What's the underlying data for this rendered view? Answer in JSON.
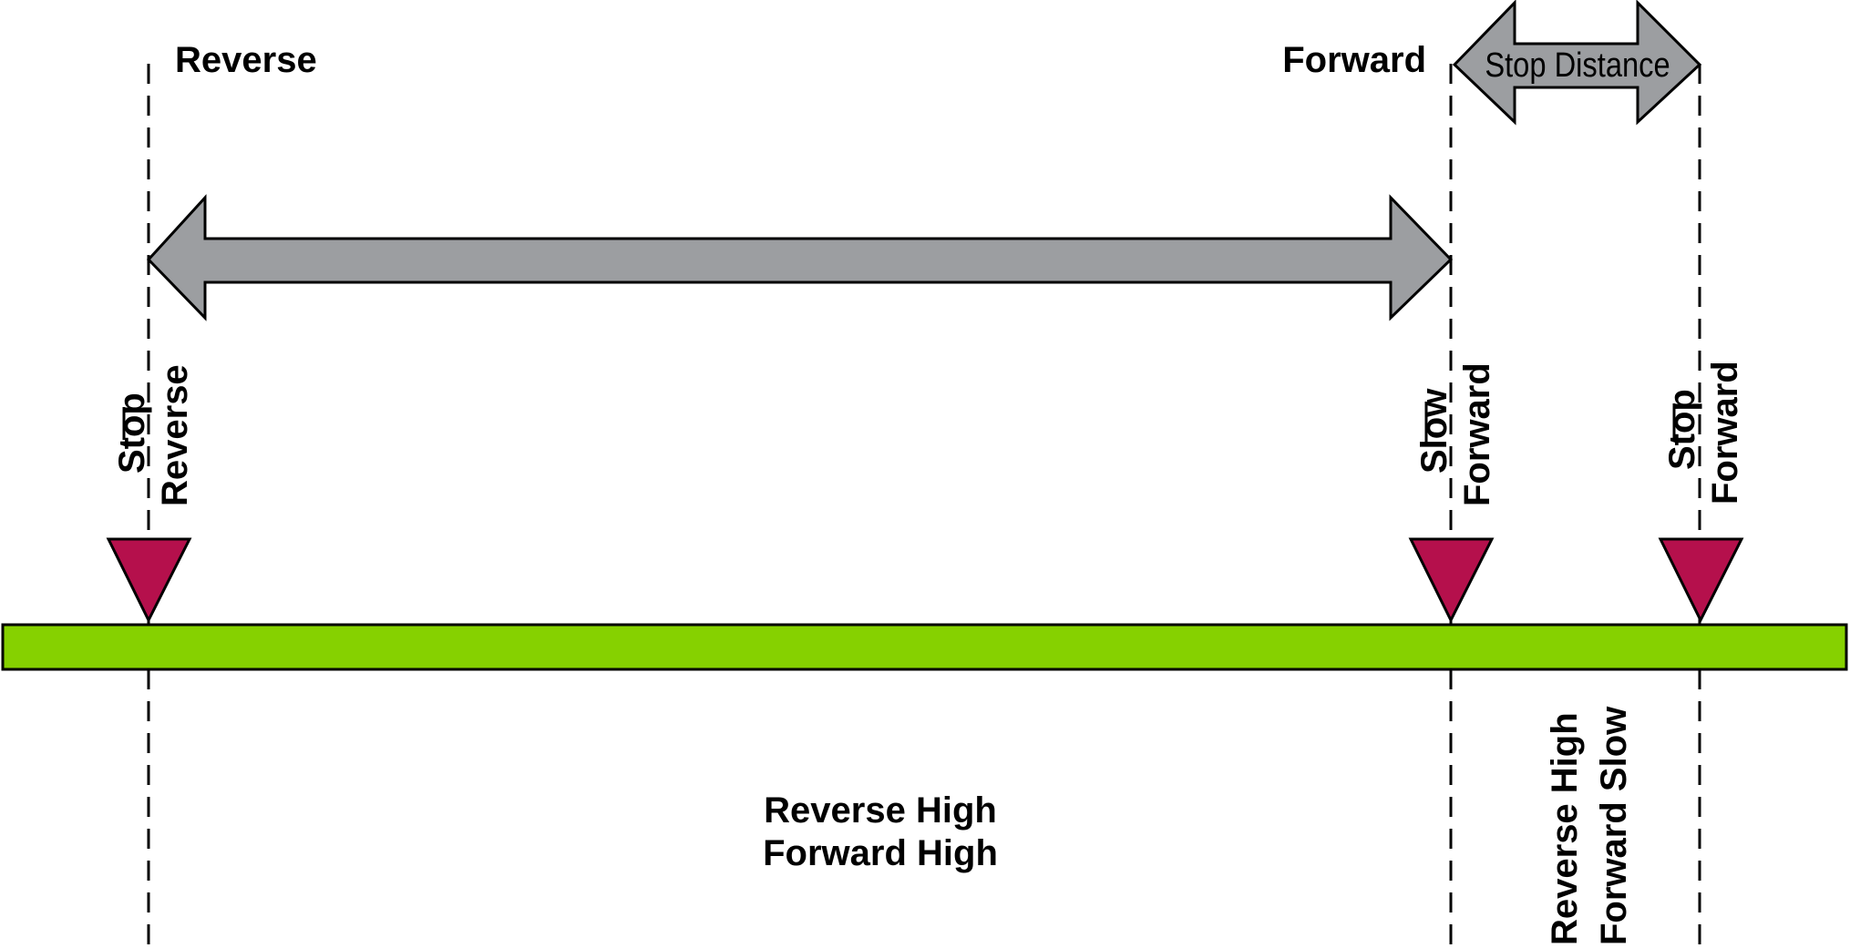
{
  "labels": {
    "reverse": "Reverse",
    "forward": "Forward",
    "stop_distance": "Stop Distance",
    "stop_reverse_a": "Stop",
    "stop_reverse_b": "Reverse",
    "slow_forward_a": "Slow",
    "slow_forward_b": "Forward",
    "stop_forward_a": "Stop",
    "stop_forward_b": "Forward",
    "zone1_line1": "Reverse High",
    "zone1_line2": "Forward High",
    "zone2_line1": "Reverse High",
    "zone2_line2": "Forward Slow"
  },
  "colors": {
    "track": "#86d100",
    "marker": "#b5104c",
    "arrow": "#9c9ea1",
    "line": "#000000"
  }
}
